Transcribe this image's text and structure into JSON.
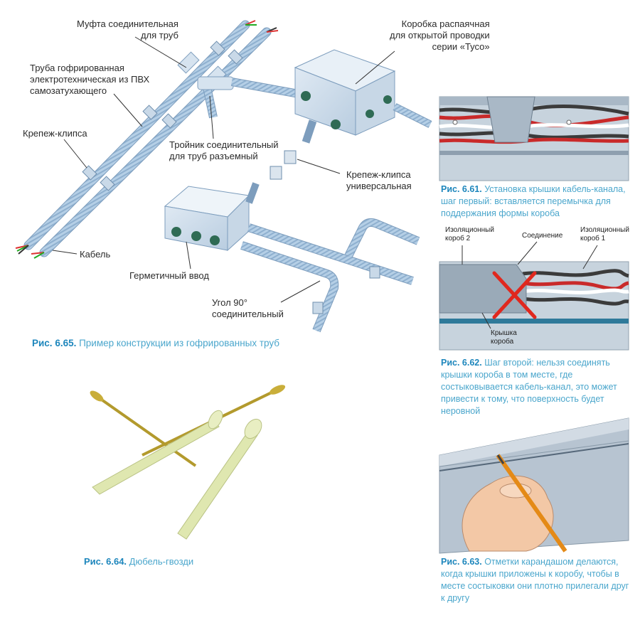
{
  "fig65": {
    "labels": {
      "coupling_1": "Муфта соединительная",
      "coupling_2": "для труб",
      "pipe_1": "Труба гофрированная",
      "pipe_2": "электротехническая из ПВХ",
      "pipe_3": "самозатухающего",
      "clip": "Крепеж-клипса",
      "cable": "Кабель",
      "box_1": "Коробка распаячная",
      "box_2": "для открытой проводки",
      "box_3": "серии «Тусо»",
      "tee_1": "Тройник соединительный",
      "tee_2": "для труб разъемный",
      "uclip_1": "Крепеж-клипса",
      "uclip_2": "универсальная",
      "gland": "Герметичный ввод",
      "angle_1": "Угол 90°",
      "angle_2": "соединительный"
    },
    "caption_num": "Рис. 6.65.",
    "caption_text": " Пример конструкции из гофрированных труб"
  },
  "fig64": {
    "caption_num": "Рис. 6.64.",
    "caption_text": " Дюбель-гвозди"
  },
  "fig61": {
    "caption_num": "Рис. 6.61.",
    "caption_text": " Установка крышки кабель-канала, шаг первый: вставляется перемычка для поддержания формы короба"
  },
  "fig62": {
    "labels": {
      "duct2_1": "Изоляционный",
      "duct2_2": "короб 2",
      "joint": "Соединение",
      "duct1_1": "Изоляционный",
      "duct1_2": "короб 1",
      "cover_1": "Крышка",
      "cover_2": "короба"
    },
    "caption_num": "Рис. 6.62.",
    "caption_text": " Шаг второй: нельзя соединять крышки короба в том месте, где состыковывается кабель-канал, это может привести к тому, что поверхность будет неровной"
  },
  "fig63": {
    "caption_num": "Рис. 6.63.",
    "caption_text": " Отметки карандашом делаются, когда крышки приложены к коробу, чтобы в месте состыковки они плотно прилегали друг к другу"
  },
  "colors": {
    "caption_blue": "#4aa6cc",
    "caption_num_blue": "#1d86bc",
    "pipe_blue": "#a9c6e0",
    "duct_gray": "#9aaab8",
    "cross_red": "#e0281e"
  }
}
